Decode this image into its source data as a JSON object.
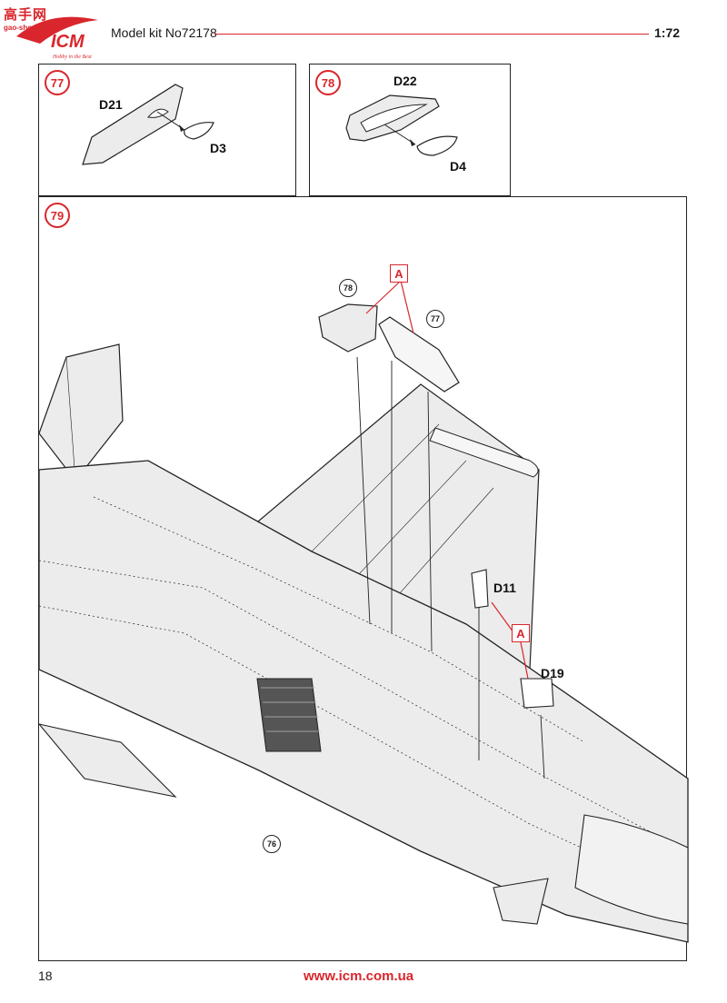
{
  "header": {
    "watermark": "高手网",
    "watermark_sub": "gao-shou.com",
    "logo_text": "ICM",
    "logo_tagline": "Hobby in the Best",
    "title": "Model kit No72178",
    "scale": "1:72"
  },
  "steps": {
    "s77": {
      "number": "77",
      "part_main": "D21",
      "part_insert": "D3"
    },
    "s78": {
      "number": "78",
      "part_main": "D22",
      "part_insert": "D4"
    },
    "s79": {
      "number": "79",
      "ref_78": "78",
      "ref_77": "77",
      "ref_76": "76",
      "flag_a1": "A",
      "flag_a2": "A",
      "part_d11": "D11",
      "part_d19": "D19"
    }
  },
  "footer": {
    "page": "18",
    "url": "www.icm.com.ua"
  },
  "colors": {
    "accent": "#d9262c",
    "line": "#222222",
    "fill": "#ececec"
  }
}
